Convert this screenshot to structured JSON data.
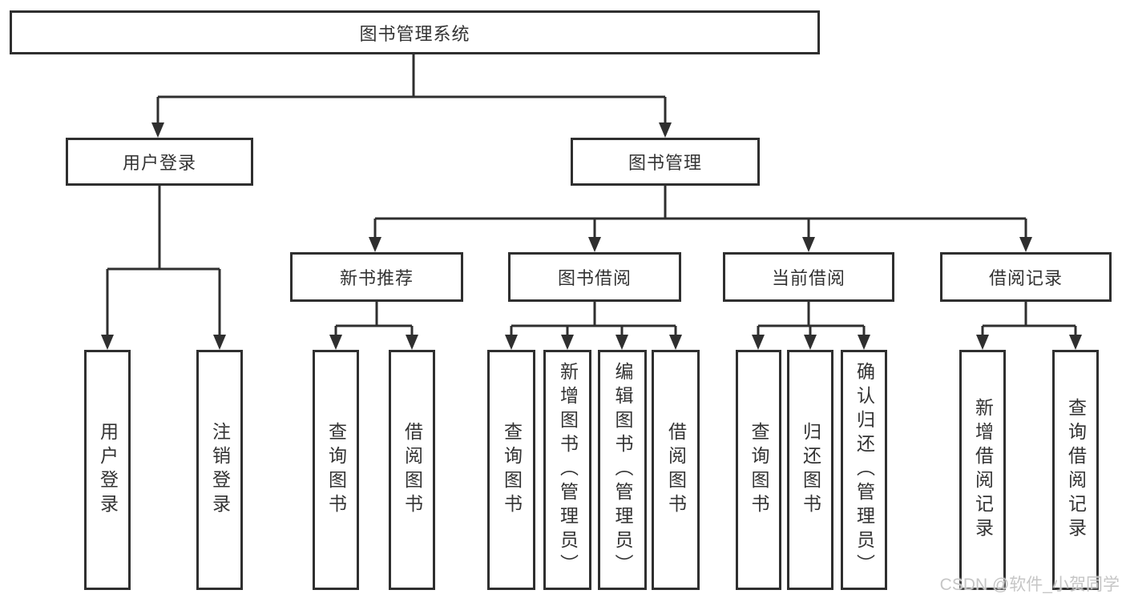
{
  "diagram": {
    "title": "图书管理系统",
    "branches": [
      {
        "label": "用户登录",
        "leaves": [
          "用户登录",
          "注销登录"
        ]
      },
      {
        "label": "图书管理",
        "children": [
          {
            "label": "新书推荐",
            "leaves": [
              "查询图书",
              "借阅图书"
            ]
          },
          {
            "label": "图书借阅",
            "leaves": [
              "查询图书",
              "新增图书（管理员）",
              "编辑图书（管理员）",
              "借阅图书"
            ]
          },
          {
            "label": "当前借阅",
            "leaves": [
              "查询图书",
              "归还图书",
              "确认归还（管理员）"
            ]
          },
          {
            "label": "借阅记录",
            "leaves": [
              "新增借阅记录",
              "查询借阅记录"
            ]
          }
        ]
      }
    ]
  },
  "watermark": "CSDN @软件_小贺同学",
  "colors": {
    "line": "#2f2f2f",
    "box_border": "#2f2f2f",
    "text": "#333333",
    "watermark_text": "#c6c6c6",
    "background": "#ffffff"
  }
}
